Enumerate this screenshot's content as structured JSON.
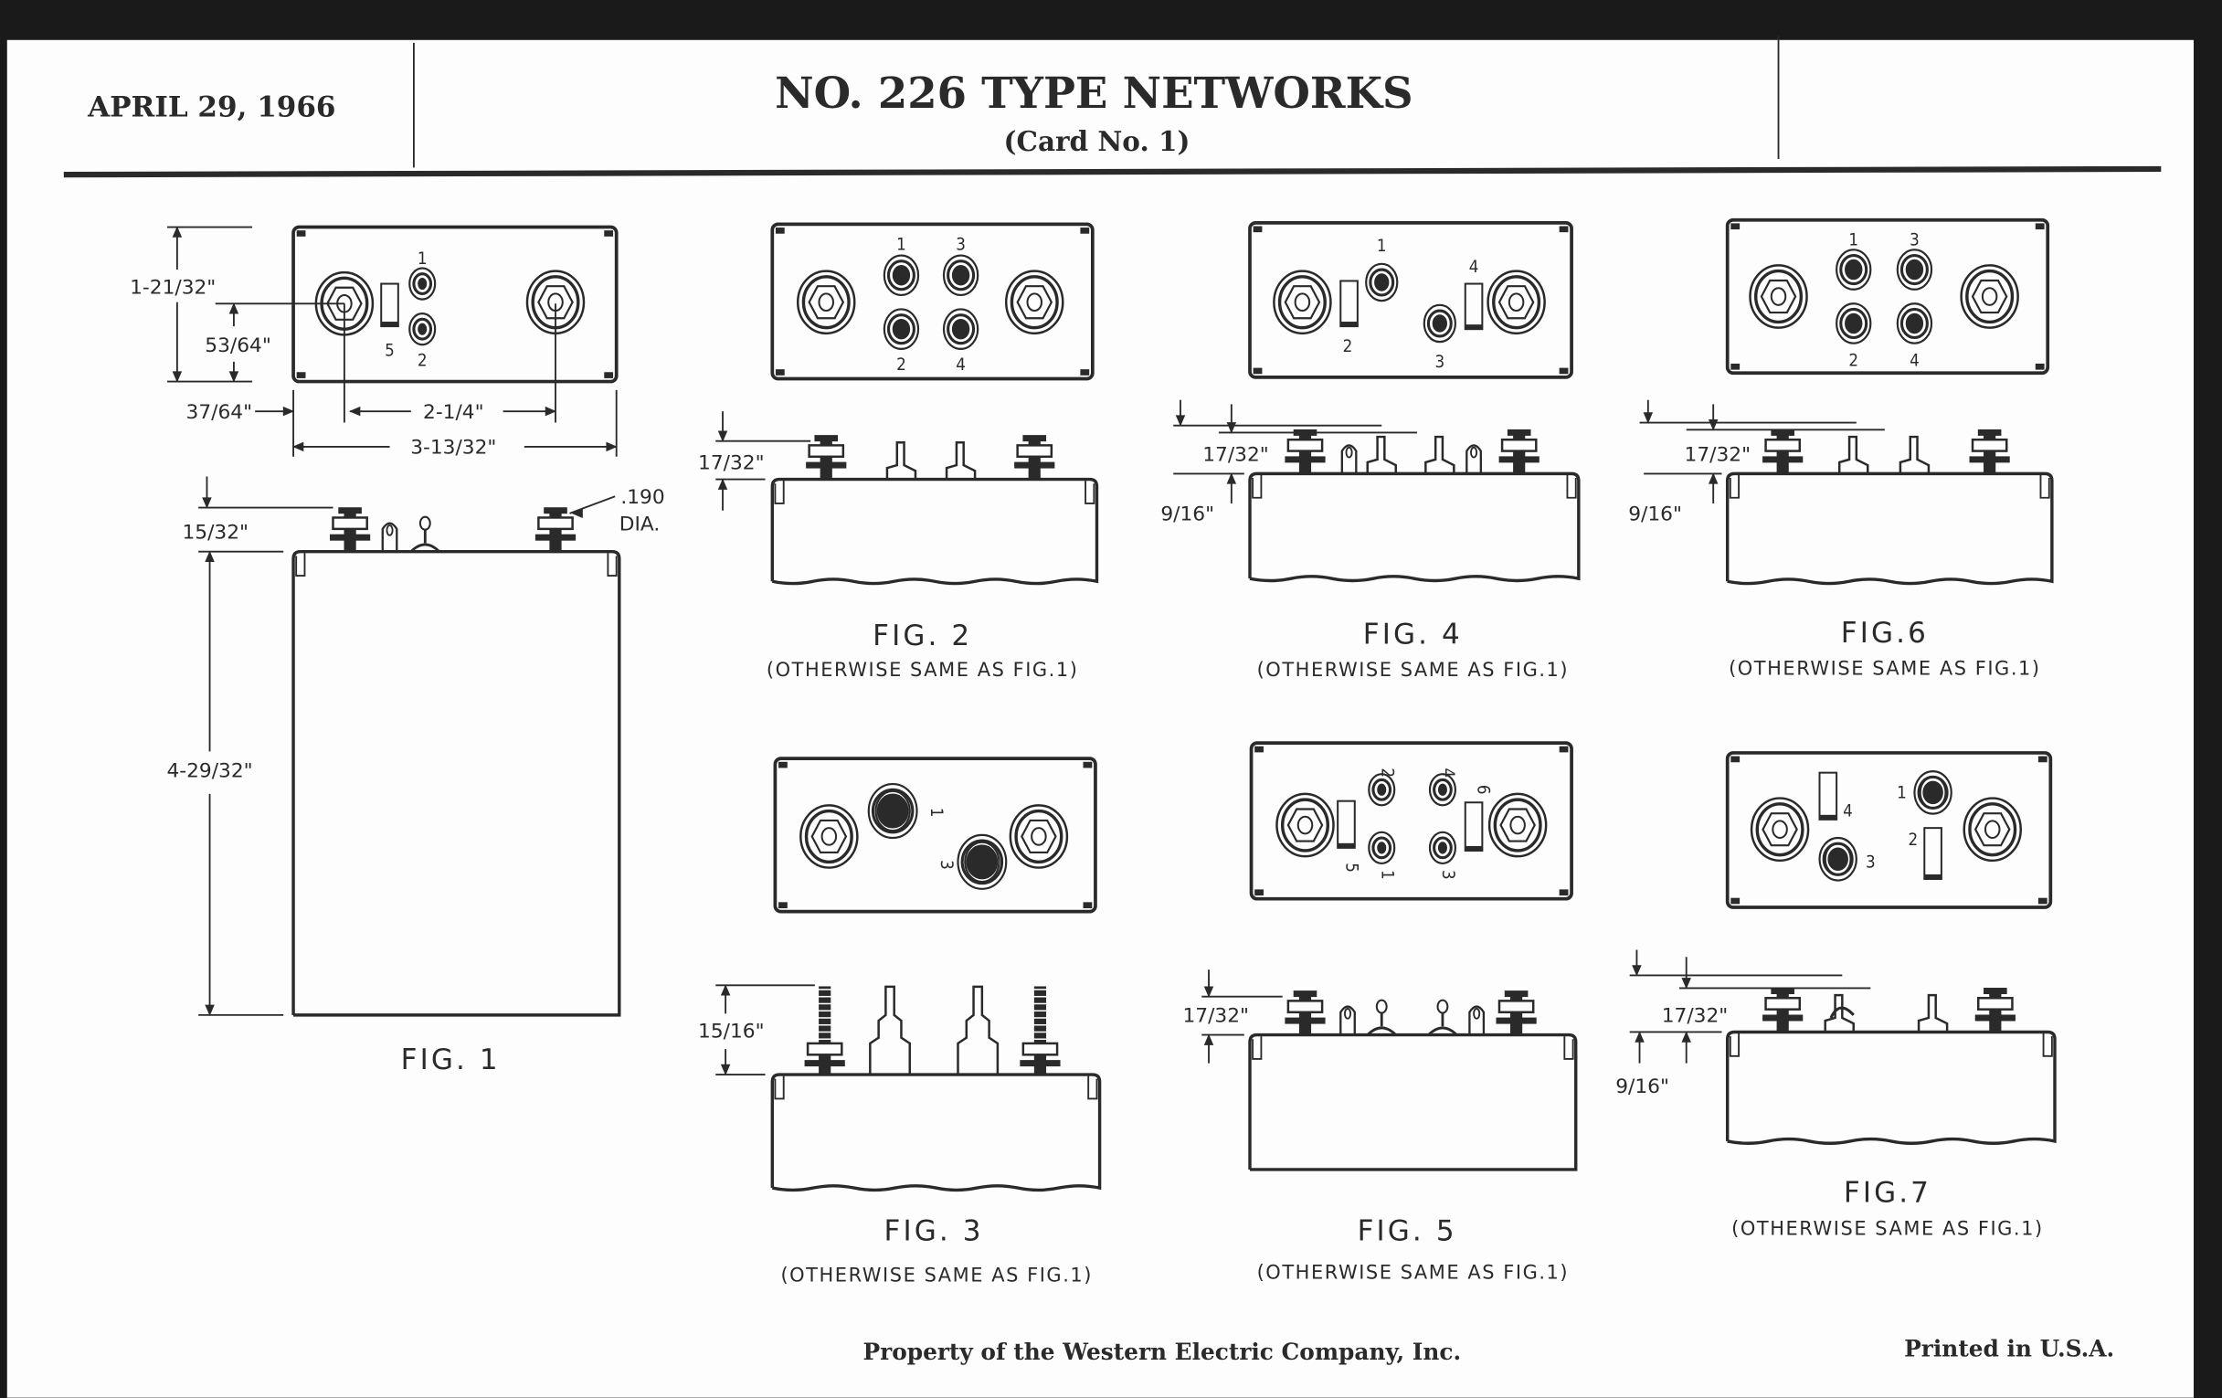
{
  "header": {
    "date": "APRIL 29, 1966",
    "title": "NO. 226 TYPE NETWORKS",
    "subtitle": "(Card No. 1)"
  },
  "colors": {
    "ink": "#2a2a2a",
    "paper": "#ffffff",
    "background": "#1a1a1a"
  },
  "fig1": {
    "label": "FIG. 1",
    "dims": {
      "height_top": "1-21/32\"",
      "center": "53/64\"",
      "offset": "37/64\"",
      "spacing": "2-1/4\"",
      "width": "3-13/32\"",
      "terminal_height": "15/32\"",
      "terminal_dia": ".190",
      "terminal_dia_unit": "DIA.",
      "body_height": "4-29/32\""
    },
    "terminals": [
      "1",
      "5",
      "2"
    ]
  },
  "fig2": {
    "label": "FIG. 2",
    "caption": "(OTHERWISE SAME AS FIG.1)",
    "dim": "17/32\"",
    "terminals": [
      "1",
      "3",
      "2",
      "4"
    ]
  },
  "fig3": {
    "label": "FIG. 3",
    "caption": "(OTHERWISE SAME AS FIG.1)",
    "dim": "15/16\"",
    "terminals": [
      "1",
      "3"
    ]
  },
  "fig4": {
    "label": "FIG. 4",
    "caption": "(OTHERWISE SAME AS FIG.1)",
    "dim_a": "17/32\"",
    "dim_b": "9/16\"",
    "terminals": [
      "1",
      "2",
      "3",
      "4"
    ]
  },
  "fig5": {
    "label": "FIG. 5",
    "caption": "(OTHERWISE SAME AS FIG.1)",
    "dim": "17/32\"",
    "terminals": [
      "2",
      "4",
      "6",
      "5",
      "1",
      "3"
    ]
  },
  "fig6": {
    "label": "FIG.6",
    "caption": "(OTHERWISE SAME AS FIG.1)",
    "dim_a": "17/32\"",
    "dim_b": "9/16\"",
    "terminals": [
      "1",
      "3",
      "2",
      "4"
    ]
  },
  "fig7": {
    "label": "FIG.7",
    "caption": "(OTHERWISE SAME AS FIG.1)",
    "dim_a": "17/32\"",
    "dim_b": "9/16\"",
    "terminals": [
      "4",
      "1",
      "2",
      "3"
    ]
  },
  "footer": {
    "property": "Property of the Western Electric Company, Inc.",
    "printed": "Printed in U.S.A."
  }
}
